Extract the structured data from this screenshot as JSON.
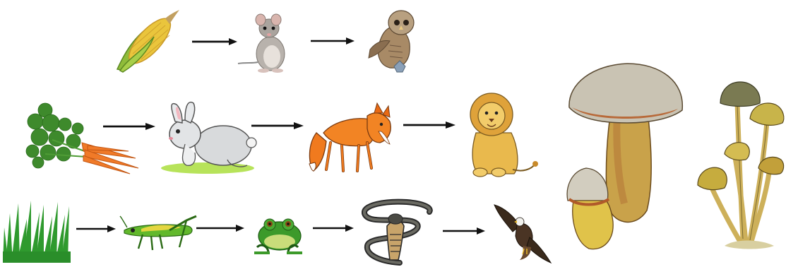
{
  "chains": [
    {
      "id": "chain-1",
      "organisms": [
        "corn",
        "mouse",
        "owl"
      ]
    },
    {
      "id": "chain-2",
      "organisms": [
        "carrot",
        "rabbit",
        "fox",
        "lion"
      ]
    },
    {
      "id": "chain-3",
      "organisms": [
        "grass",
        "grasshopper",
        "frog",
        "snake",
        "eagle"
      ]
    }
  ],
  "decomposers": [
    "bolete-mushroom",
    "cluster-mushrooms"
  ],
  "colors": {
    "arrow": "#111111",
    "corn": "#e8c23a",
    "husk": "#9cc23c",
    "grass": "#2f9a2e",
    "carrot": "#f07a28",
    "fox": "#f07a1e",
    "lion": "#e9b94d",
    "frog": "#3c9a2a",
    "mushroom_cap": "#8a6a3c",
    "mushroom_stem": "#cdb05a"
  }
}
